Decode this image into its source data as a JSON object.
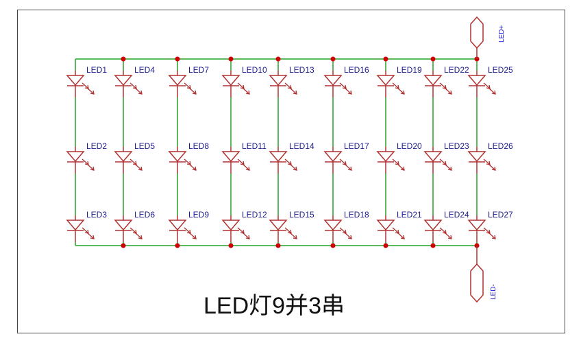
{
  "title": "LED灯9并3串",
  "connectors": {
    "positive": "LED+",
    "negative": "LED-"
  },
  "columns": [
    [
      "LED1",
      "LED2",
      "LED3"
    ],
    [
      "LED4",
      "LED5",
      "LED6"
    ],
    [
      "LED7",
      "LED8",
      "LED9"
    ],
    [
      "LED10",
      "LED11",
      "LED12"
    ],
    [
      "LED13",
      "LED14",
      "LED15"
    ],
    [
      "LED16",
      "LED17",
      "LED18"
    ],
    [
      "LED19",
      "LED20",
      "LED21"
    ],
    [
      "LED22",
      "LED23",
      "LED24"
    ],
    [
      "LED25",
      "LED26",
      "LED27"
    ]
  ],
  "colors": {
    "wire": "#5cb85c",
    "component": "#b03030",
    "junction": "#d00000",
    "label": "#1c1c8c",
    "connector_label": "#1010e0"
  }
}
